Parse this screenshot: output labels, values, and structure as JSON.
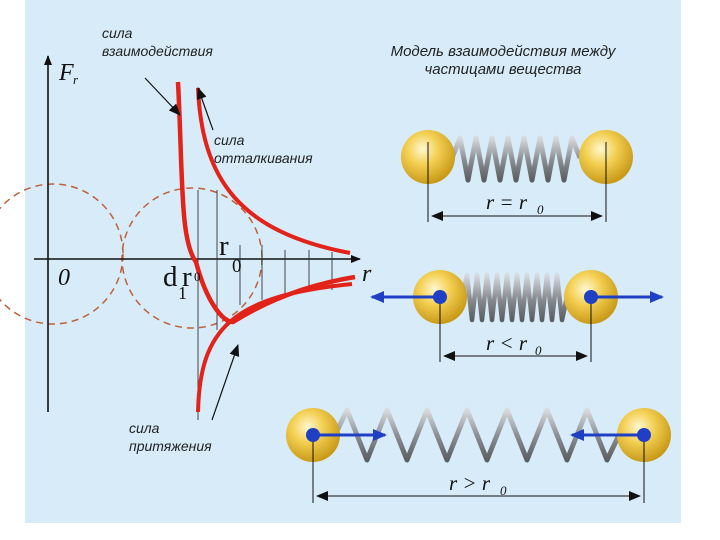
{
  "title_line1": "Модель взаимодействия между",
  "title_line2": "частицами вещества",
  "label_interaction_1": "сила",
  "label_interaction_2": "взаимодействия",
  "label_repulsion_1": "сила",
  "label_repulsion_2": "отталкивания",
  "label_attraction_1": "сила",
  "label_attraction_2": "притяжения",
  "axis_y_label": "F",
  "axis_y_sub": "r",
  "axis_x_label": "r",
  "origin_label": "0",
  "marker_d": "d",
  "marker_r0": "r",
  "marker_r0_sub": "0",
  "marker_r1": "r",
  "marker_r1_sub": "0",
  "marker_one": "1",
  "eq_equal": "r = r",
  "eq_less": "r < r",
  "eq_greater": "r > r",
  "eq_sub": "0",
  "colors": {
    "background": "#d7ecf8",
    "curve": "#e2231a",
    "arrow": "#1f3fc4",
    "ball": "#f0c43c",
    "spring": "#8c8f94",
    "dashed_circle": "#c0603a"
  }
}
